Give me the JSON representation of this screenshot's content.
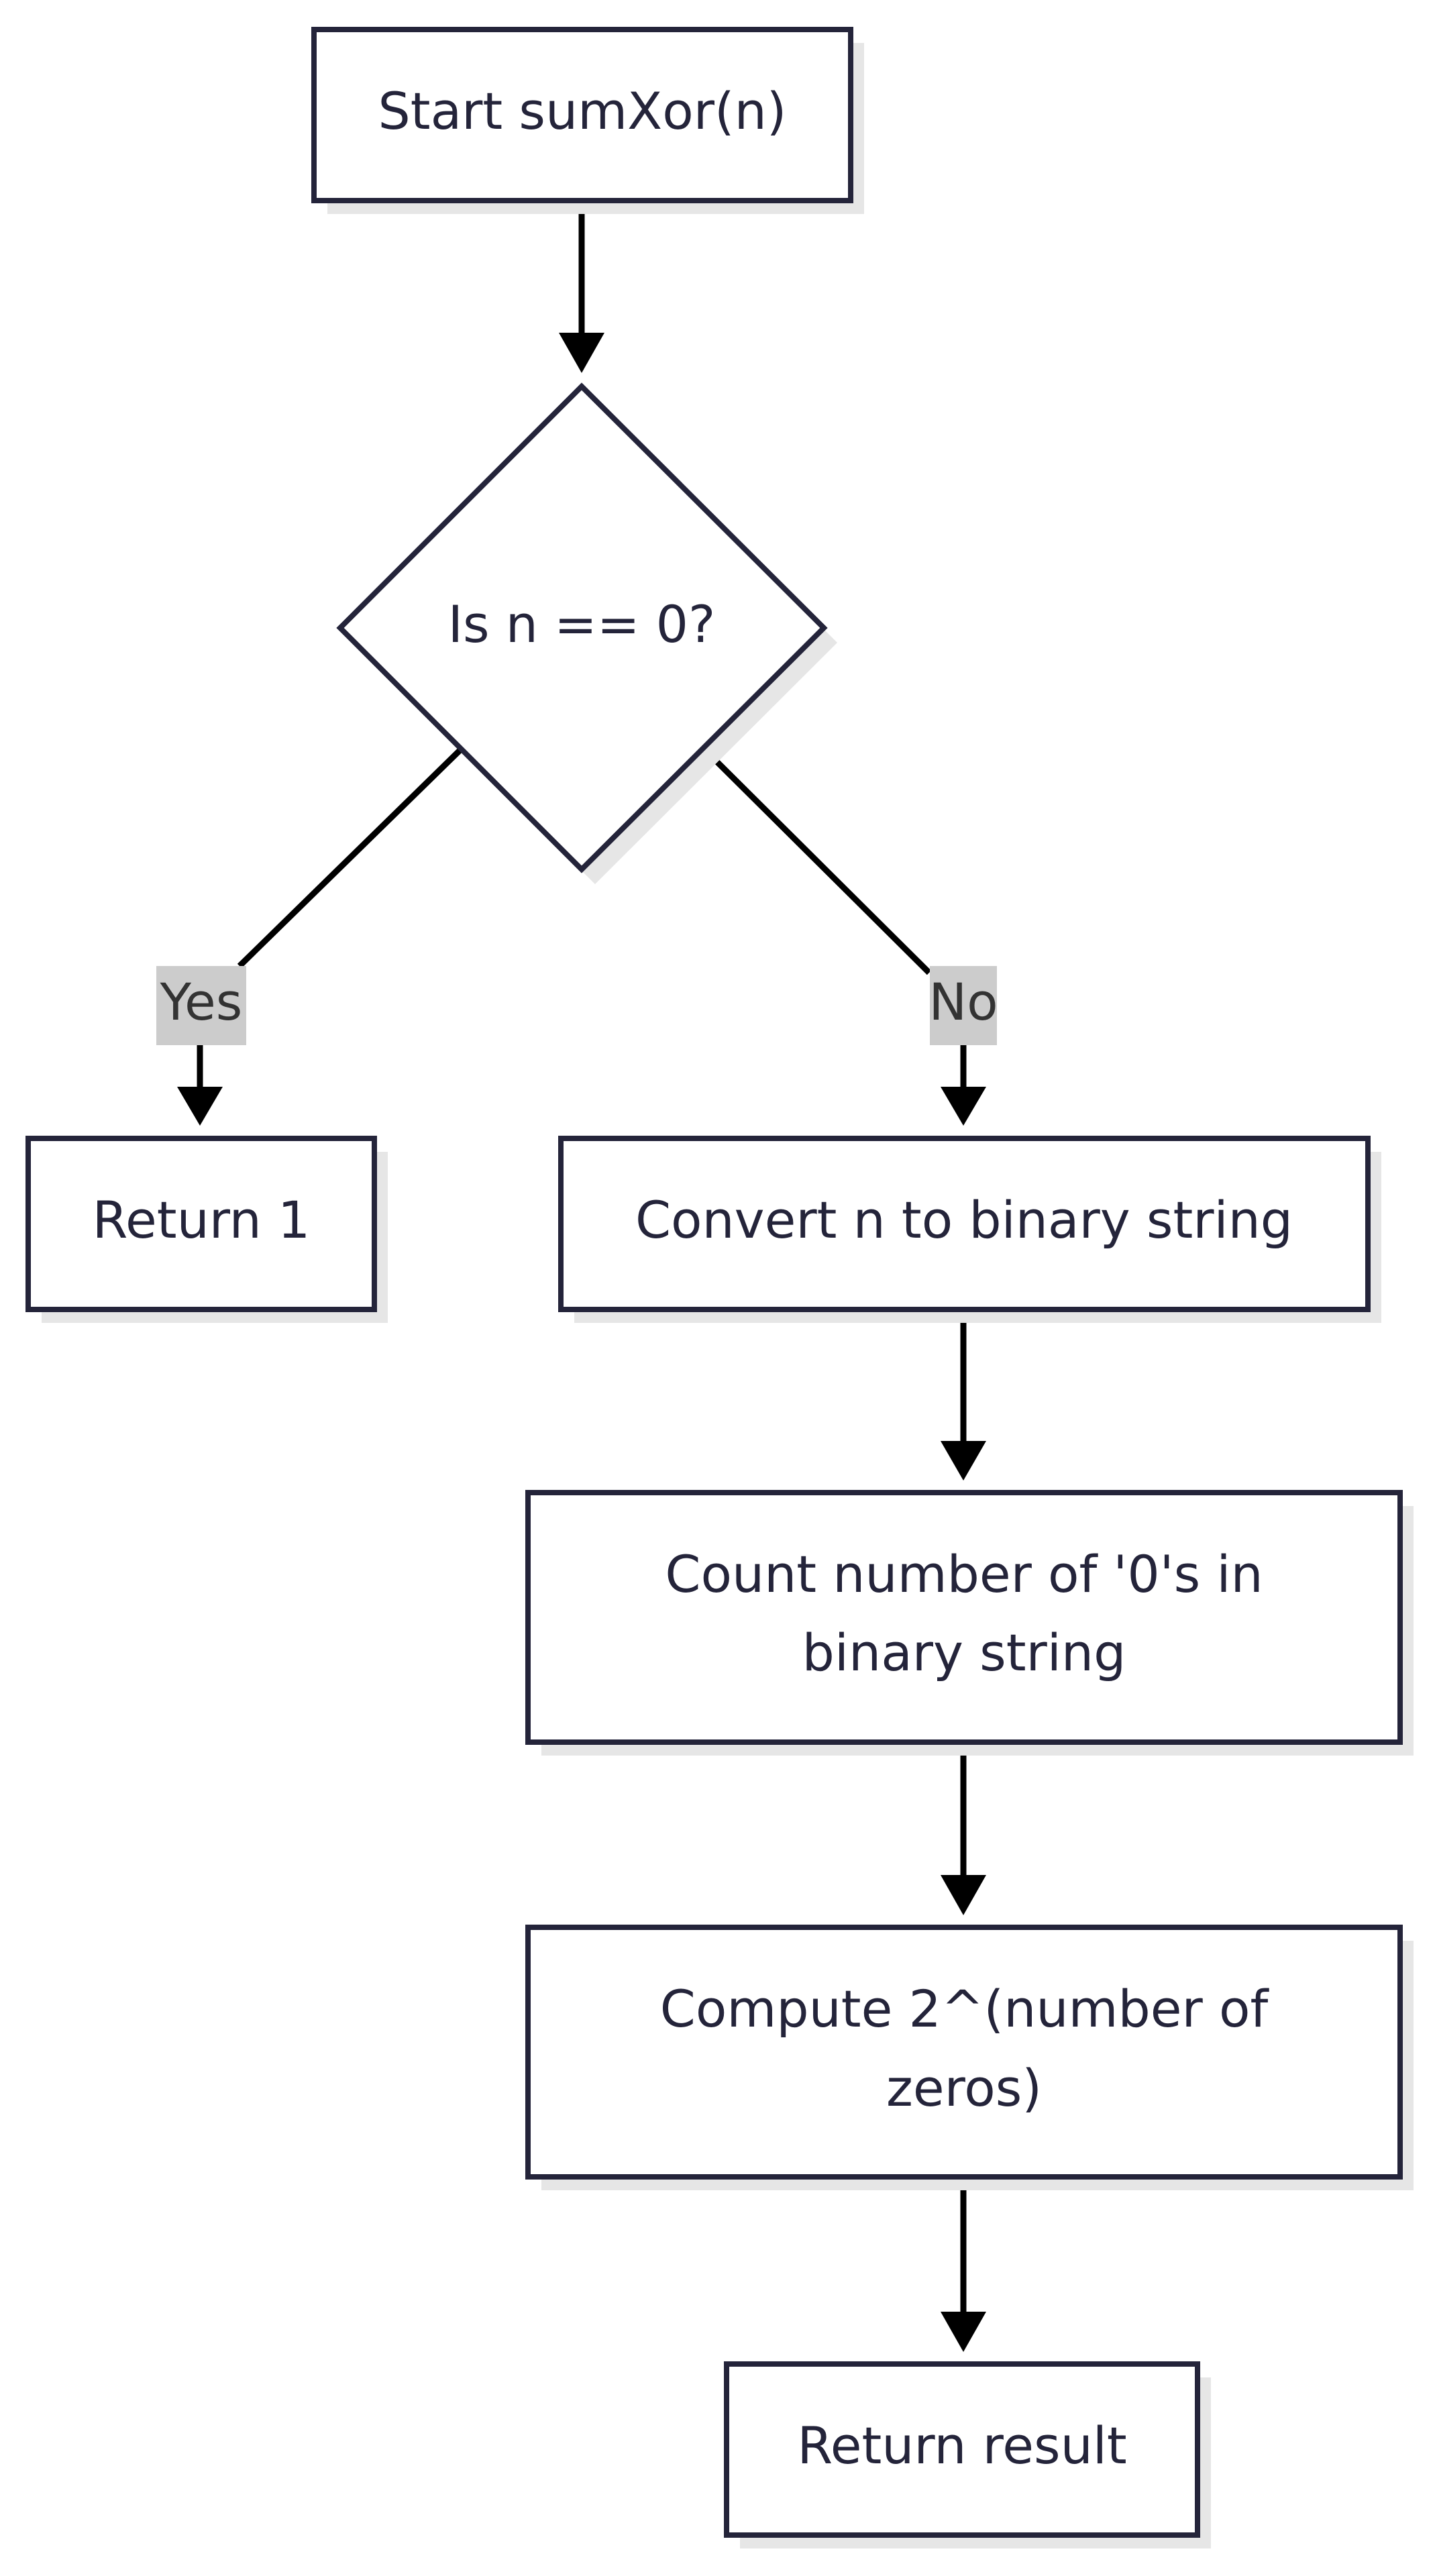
{
  "diagram": {
    "type": "flowchart",
    "colors": {
      "node_stroke": "#24243a",
      "node_fill": "#ffffff",
      "node_shadow": "#e6e6e6",
      "edge": "#000000",
      "edge_label_bg": "#cccccc",
      "text": "#24243a"
    },
    "nodes": {
      "start": {
        "lines": [
          "Start sumXor(n)"
        ]
      },
      "decision": {
        "lines": [
          "Is n == 0?"
        ]
      },
      "return_one": {
        "lines": [
          "Return 1"
        ]
      },
      "convert": {
        "lines": [
          "Convert n to binary string"
        ]
      },
      "count": {
        "lines": [
          "Count number of '0's in",
          "binary string"
        ]
      },
      "compute": {
        "lines": [
          "Compute 2^(number of",
          "zeros)"
        ]
      },
      "return_result": {
        "lines": [
          "Return result"
        ]
      }
    },
    "edges": [
      {
        "from": "start",
        "to": "decision",
        "label": ""
      },
      {
        "from": "decision",
        "to": "return_one",
        "label": "Yes"
      },
      {
        "from": "decision",
        "to": "convert",
        "label": "No"
      },
      {
        "from": "convert",
        "to": "count",
        "label": ""
      },
      {
        "from": "count",
        "to": "compute",
        "label": ""
      },
      {
        "from": "compute",
        "to": "return_result",
        "label": ""
      }
    ]
  }
}
